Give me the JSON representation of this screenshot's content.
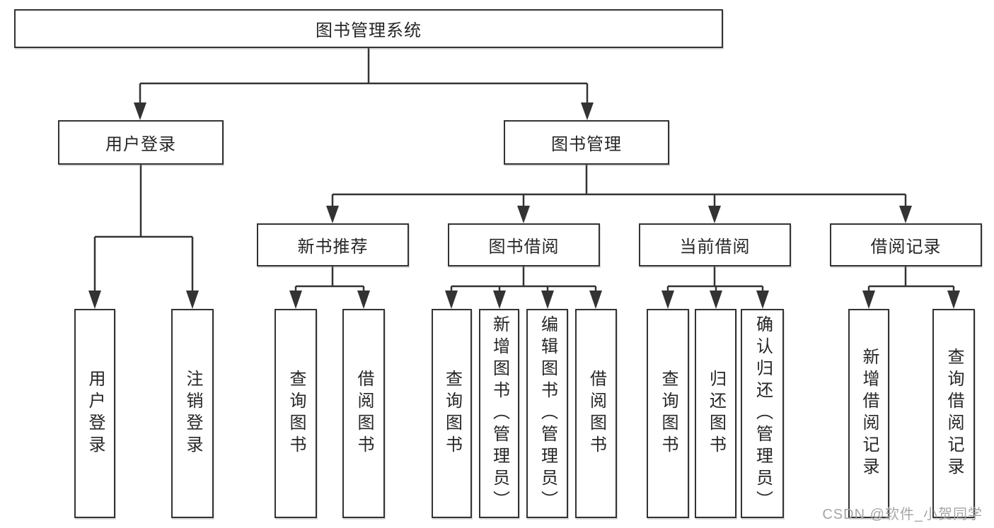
{
  "diagram_type": "function-structure-tree",
  "colors": {
    "background": "#ffffff",
    "line": "#333333",
    "box_border": "#333333",
    "text": "#262626",
    "watermark": "#a6a6a6"
  },
  "watermark": "CSDN @软件_小贺同学",
  "tree": {
    "root": "图书管理系统",
    "children": [
      {
        "label": "用户登录",
        "children": [
          "用户登录",
          "注销登录"
        ]
      },
      {
        "label": "图书管理",
        "children": [
          {
            "label": "新书推荐",
            "children": [
              "查询图书",
              "借阅图书"
            ]
          },
          {
            "label": "图书借阅",
            "children": [
              "查询图书",
              "新增图书（管理员）",
              "编辑图书（管理员）",
              "借阅图书"
            ]
          },
          {
            "label": "当前借阅",
            "children": [
              "查询图书",
              "归还图书",
              "确认归还（管理员）"
            ]
          },
          {
            "label": "借阅记录",
            "children": [
              "新增借阅记录",
              "查询借阅记录"
            ]
          }
        ]
      }
    ]
  }
}
